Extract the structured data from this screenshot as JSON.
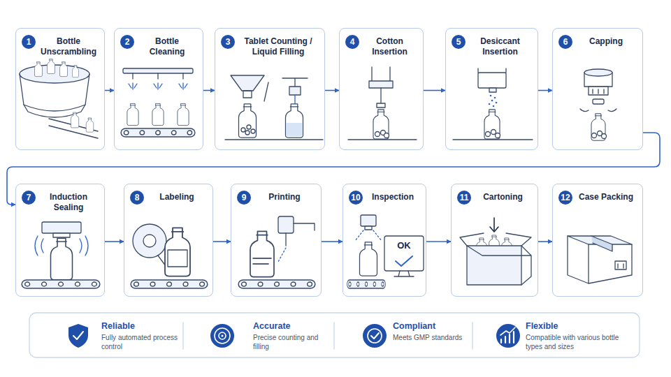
{
  "diagram": {
    "nodes": [
      {
        "text": [
          "1",
          "Bottle Unscrambling"
        ]
      },
      {
        "text": [
          "2",
          "Bottle Cleaning"
        ]
      },
      {
        "text": [
          "3",
          "Tablet Counting / Liquid Filling"
        ]
      },
      {
        "text": [
          "4",
          "Cotton Insertion"
        ]
      },
      {
        "text": [
          "5",
          "Desiccant Insertion"
        ]
      },
      {
        "text": [
          "6",
          "Capping"
        ]
      },
      {
        "text": [
          "7",
          "Induction Sealing"
        ]
      },
      {
        "text": [
          "8",
          "Labeling"
        ]
      },
      {
        "text": [
          "9",
          "Printing"
        ]
      },
      {
        "text": [
          "10",
          "Inspection"
        ]
      },
      {
        "text": [
          "11",
          "Cartoning"
        ]
      },
      {
        "text": [
          "12",
          "Case Packing"
        ]
      }
    ],
    "edges": [
      {
        "from": 0,
        "to": 1,
        "arrow": "to"
      },
      {
        "from": 1,
        "to": 2,
        "arrow": "to"
      },
      {
        "from": 2,
        "to": 3,
        "arrow": "to"
      },
      {
        "from": 3,
        "to": 4,
        "arrow": "to"
      },
      {
        "from": 4,
        "to": 5,
        "arrow": "to"
      },
      {
        "from": 5,
        "to": 6,
        "arrow": "to"
      },
      {
        "from": 6,
        "to": 7,
        "arrow": "to"
      },
      {
        "from": 7,
        "to": 8,
        "arrow": "to"
      },
      {
        "from": 8,
        "to": 9,
        "arrow": "to"
      },
      {
        "from": 9,
        "to": 10,
        "arrow": "to"
      },
      {
        "from": 10,
        "to": 11,
        "arrow": "to"
      }
    ],
    "labels": [
      "Reliable",
      "Fully automated process control",
      "Accurate",
      "Precise counting and filling",
      "Compliant",
      "Meets GMP standards",
      "Flexible",
      "Compatible with various bottle types and sizes",
      "OK"
    ]
  }
}
